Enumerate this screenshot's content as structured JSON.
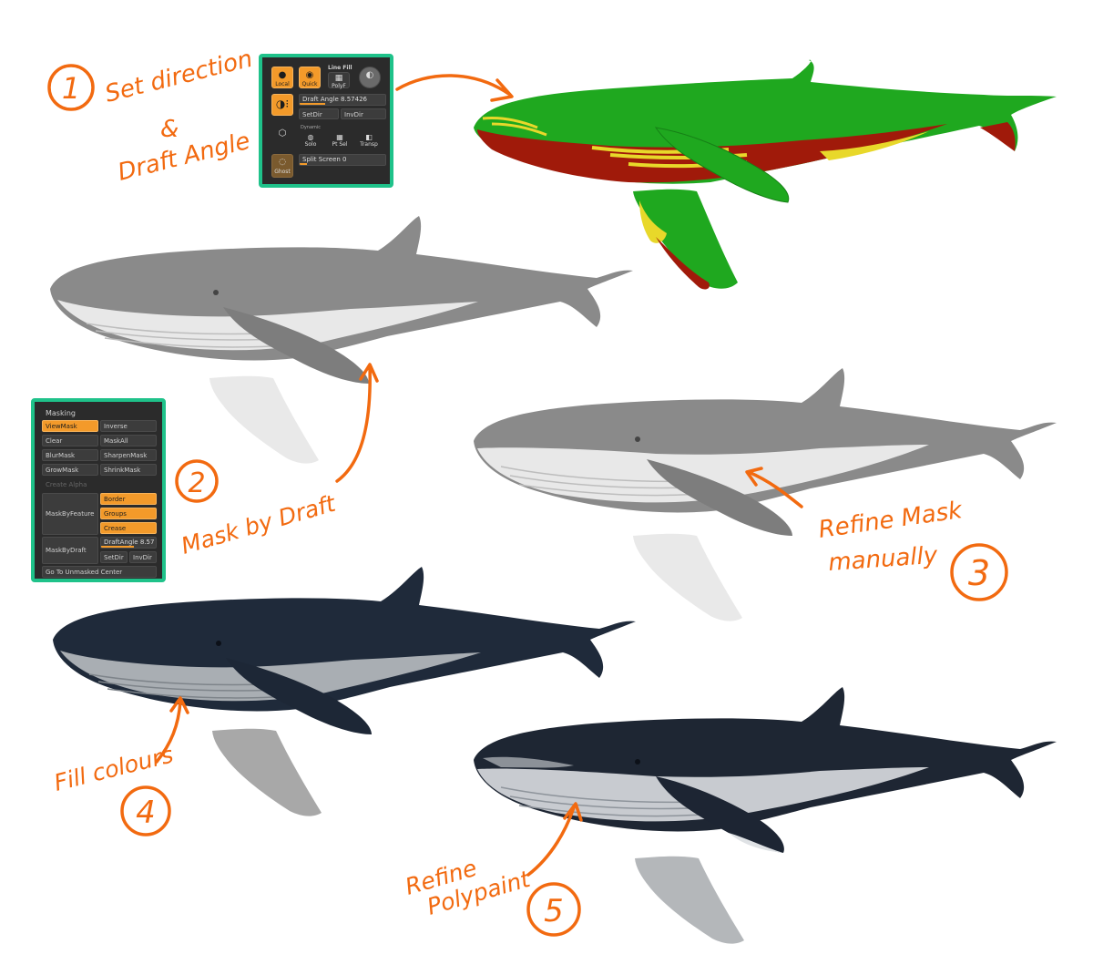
{
  "annotations": {
    "step1": {
      "number": "1",
      "line1": "Set direction",
      "line2": "&",
      "line3": "Draft Angle"
    },
    "step2": {
      "number": "2",
      "text": "Mask by Draft"
    },
    "step3": {
      "number": "3",
      "line1": "Refine Mask",
      "line2": "manually"
    },
    "step4": {
      "number": "4",
      "text": "Fill colours"
    },
    "step5": {
      "number": "5",
      "line1": "Refine",
      "line2": "Polypaint"
    }
  },
  "draft_panel": {
    "local": "Local",
    "quick": "Quick",
    "line_fill": "Line Fill",
    "polyf": "PolyF",
    "draft_angle_label": "Draft Angle",
    "draft_angle_value": "8.57426",
    "draft_angle_fill": 0.3,
    "setdir": "SetDir",
    "invdir": "InvDir",
    "dynamic": "Dynamic",
    "solo": "Solo",
    "ptsel": "Pt Sel",
    "transp": "Transp",
    "ghost": "Ghost",
    "split_screen_label": "Split Screen",
    "split_screen_value": "0"
  },
  "masking_panel": {
    "title": "Masking",
    "viewmask": "ViewMask",
    "inverse": "Inverse",
    "clear": "Clear",
    "maskall": "MaskAll",
    "blurmask": "BlurMask",
    "sharpenmask": "SharpenMask",
    "growmask": "GrowMask",
    "shrinkmask": "ShrinkMask",
    "create_alpha": "Create Alpha",
    "maskbyfeature": "MaskByFeature",
    "border": "Border",
    "groups": "Groups",
    "crease": "Crease",
    "maskbydraft": "MaskByDraft",
    "draftangle_label": "DraftAngle",
    "draftangle_value": "8.57",
    "setdir": "SetDir",
    "invdir": "InvDir",
    "goto": "Go To Unmasked Center"
  },
  "colors": {
    "accent": "#f26a10",
    "panel_border": "#1fc28a",
    "panel_bg": "#2b2b2b",
    "button_on": "#f39a2a",
    "draft_green": "#1fa81f",
    "draft_red": "#a01a0a",
    "draft_yellow": "#e8d82a",
    "whale_grey": "#8a8a8a",
    "whale_white": "#e8e8e8",
    "whale_dark": "#1f2a3a"
  }
}
